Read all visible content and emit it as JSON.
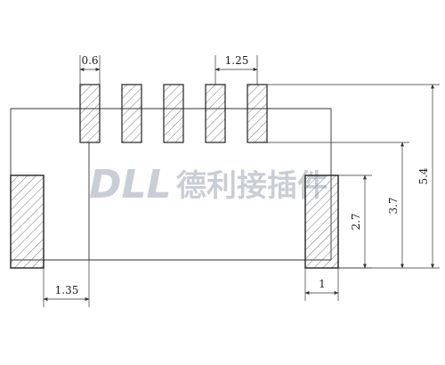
{
  "watermark": {
    "latin": "DLL",
    "cjk": "德利接插件",
    "color": "#c9ced6"
  },
  "dimensions": {
    "pad_width": "0.6",
    "pitch": "1.25",
    "side_gap": "1.35",
    "tab_width": "1",
    "tab_height": "2.7",
    "body_height": "3.7",
    "total_height": "5.4"
  },
  "colors": {
    "line": "#333333",
    "hatch": "#555555"
  }
}
